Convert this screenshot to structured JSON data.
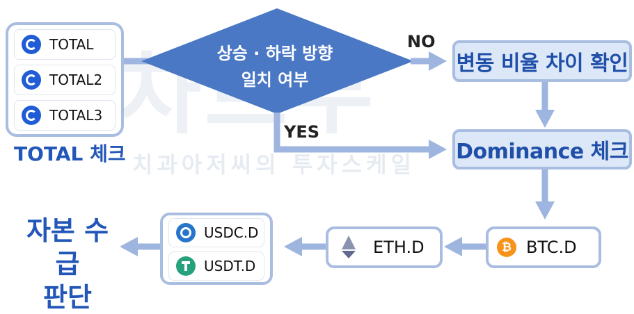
{
  "total_group": {
    "items": [
      {
        "label": "TOTAL",
        "icon": "total-icon"
      },
      {
        "label": "TOTAL2",
        "icon": "total-icon"
      },
      {
        "label": "TOTAL3",
        "icon": "total-icon"
      }
    ],
    "caption": "TOTAL 체크"
  },
  "decision": {
    "line1": "상승 · 하락 방향",
    "line2": "일치 여부",
    "no_label": "NO",
    "yes_label": "YES"
  },
  "steps": {
    "variation_check": "변동 비율 차이 확인",
    "dominance_check": "Dominance 체크",
    "btc_d": "BTC.D",
    "eth_d": "ETH.D",
    "stable_group": [
      {
        "label": "USDC.D",
        "icon": "usdc-icon"
      },
      {
        "label": "USDT.D",
        "icon": "usdt-icon"
      }
    ],
    "result_line1": "자본 수급",
    "result_line2": "판단"
  },
  "watermark": {
    "big": "차트부",
    "sub": "치과아저씨의 투자스케일"
  },
  "colors": {
    "diamond": "#4a78c4",
    "arrow": "#9db5df",
    "border": "#a9bde0",
    "process_fill": "#dce7f7",
    "accent_text": "#1f4fa8"
  }
}
